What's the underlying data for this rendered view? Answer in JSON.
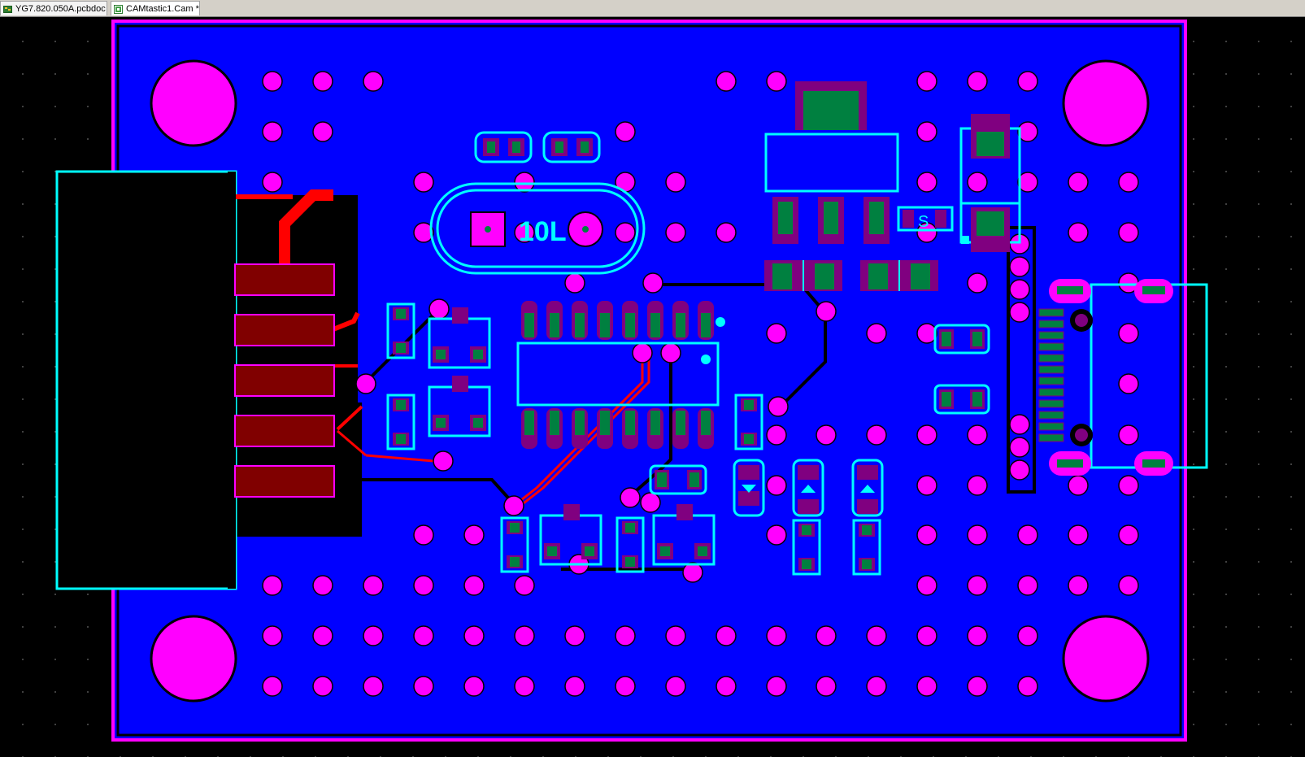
{
  "tabs": [
    {
      "label": "YG7.820.050A.pcbdoc",
      "icon": "pcb-document-icon",
      "active": false
    },
    {
      "label": "CAMtastic1.Cam *",
      "icon": "cam-document-icon",
      "active": true
    }
  ],
  "colors": {
    "board_fill": "#0000ff",
    "board_outline": "#ff00ff",
    "copper_pad": "#ff00ff",
    "component_outline": "#00ffff",
    "connector_pad": "#800000",
    "smd_pad": "#008040",
    "top_trace": "#ff0000",
    "bottom_trace": "#000000",
    "background": "#000000"
  },
  "board": {
    "silkscreen_crystal_label": "10L",
    "silkscreen_small_label": "S"
  }
}
